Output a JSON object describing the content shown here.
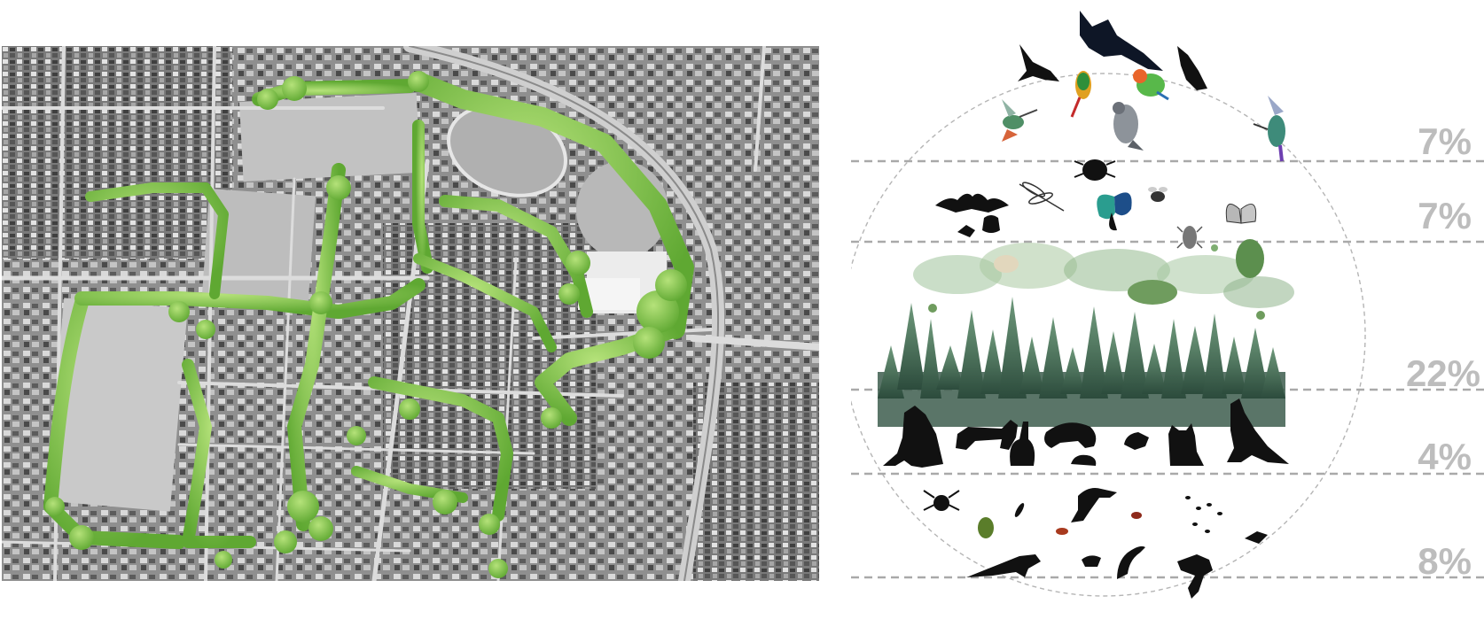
{
  "diagram": {
    "strata": [
      {
        "percent": "7%",
        "icons": [
          "bird-silhouette-icon",
          "cockatoo-silhouette-icon",
          "parrot-icon",
          "lovebird-icon",
          "hummingbird-icon",
          "pigeon-icon"
        ]
      },
      {
        "percent": "7%",
        "icons": [
          "bat-icon",
          "dragonfly-icon",
          "beetle-icon",
          "butterfly-icon",
          "bee-icon",
          "moth-icon",
          "cicada-icon"
        ]
      },
      {
        "percent": "22%",
        "icons": [
          "forest-icon",
          "foliage-icon"
        ]
      },
      {
        "percent": "4%",
        "icons": [
          "fox-icon",
          "cat-icon",
          "wombat-icon",
          "possum-icon",
          "rabbit-icon",
          "kangaroo-icon"
        ]
      },
      {
        "percent": "8%",
        "icons": [
          "spider-icon",
          "lizard-icon",
          "ant-icon",
          "cockroach-icon",
          "centipede-icon",
          "bearded-dragon-icon",
          "shield-bug-icon"
        ]
      }
    ]
  },
  "colors": {
    "tree_canopy": "#7cc242",
    "dashed_line": "#a9a9a9",
    "percent_text": "#bdbdbd",
    "forest_dark": "#2f4a3d",
    "forest_mid": "#5f8a6a",
    "animal_silhouette": "#111111"
  }
}
